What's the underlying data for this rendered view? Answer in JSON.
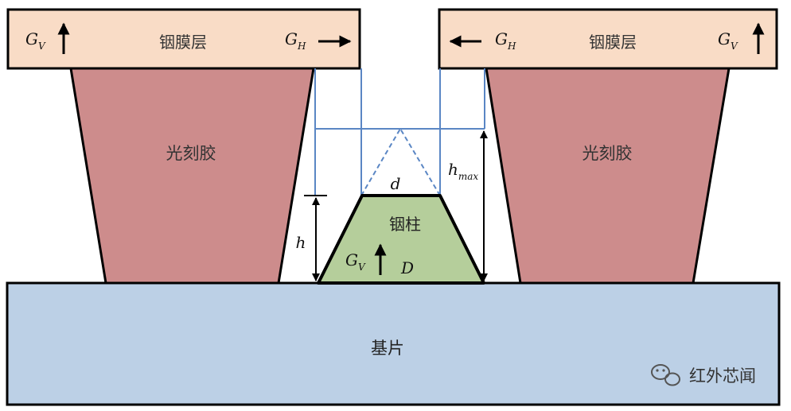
{
  "labels": {
    "indium_film": "铟膜层",
    "photoresist": "光刻胶",
    "indium_pillar": "铟柱",
    "substrate": "基片"
  },
  "symbols": {
    "gv": "G",
    "gv_sub": "V",
    "gh": "G",
    "gh_sub": "H",
    "h": "h",
    "hmax": "h",
    "hmax_sub": "max",
    "d_top": "d",
    "d_bottom": "D"
  },
  "watermark": {
    "text": "红外芯闻",
    "icon": "wechat-icon"
  },
  "colors": {
    "indium_film": "#f9dcc6",
    "photoresist": "#cd8c8c",
    "indium_pillar": "#b5ce9b",
    "substrate": "#bcd0e6",
    "guide_lines": "#5a86c4",
    "outline": "#000000"
  }
}
